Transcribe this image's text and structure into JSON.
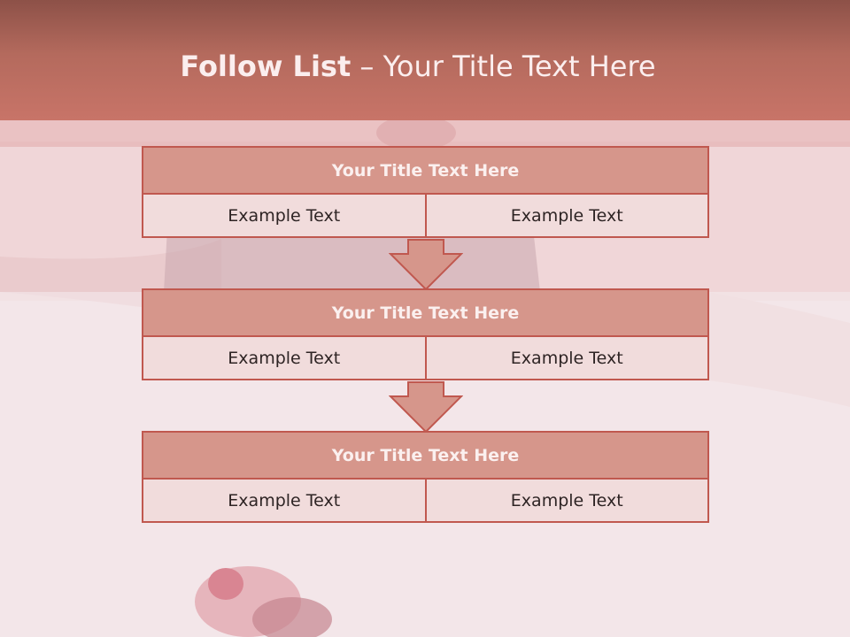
{
  "colors": {
    "header_top": "#8d5148",
    "header_bottom": "#c87468",
    "block_title_bg": "#d6968b",
    "block_cell_bg": "#f1dcdc",
    "border": "#c0584f"
  },
  "slide": {
    "title_bold": "Follow List",
    "title_rest": " – Your Title Text Here"
  },
  "blocks": [
    {
      "title": "Your Title Text Here",
      "left": "Example Text",
      "right": "Example Text"
    },
    {
      "title": "Your Title Text Here",
      "left": "Example Text",
      "right": "Example Text"
    },
    {
      "title": "Your Title Text Here",
      "left": "Example Text",
      "right": "Example Text"
    }
  ],
  "connector_icon": "down-arrow-icon"
}
